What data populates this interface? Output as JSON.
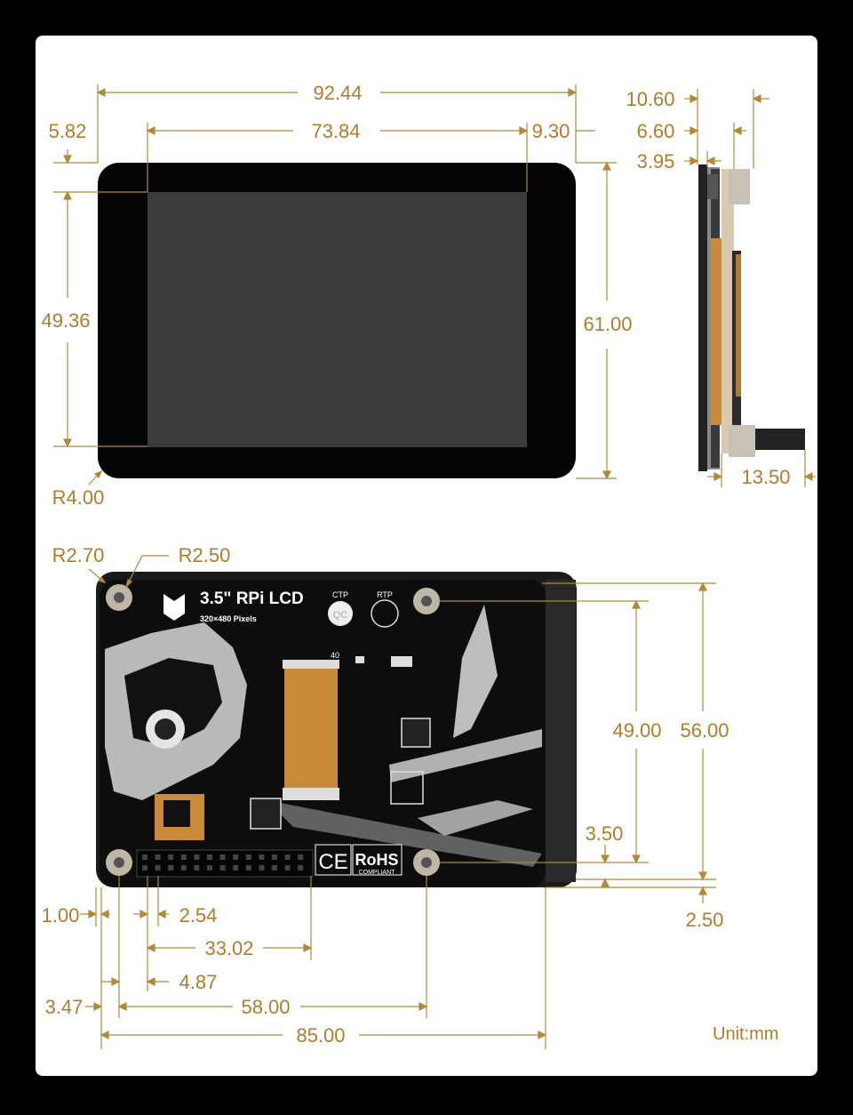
{
  "dims": {
    "width_overall": "92.44",
    "active_width": "73.84",
    "left_margin": "5.82",
    "right_margin": "9.30",
    "active_height": "49.36",
    "height_overall": "61.00",
    "corner_radius_front": "R4.00",
    "side_total": "10.60",
    "side_mid": "6.60",
    "side_top": "3.95",
    "side_connector": "13.50",
    "radius_a": "R2.70",
    "radius_b": "R2.50",
    "hole_vspacing": "49.00",
    "board_height": "56.00",
    "hole_offset_v": "3.50",
    "bottom_offset": "2.50",
    "left_offset": "1.00",
    "pin_pitch": "2.54",
    "header_len": "33.02",
    "header_offset": "4.87",
    "hole_offset_h": "3.47",
    "hole_hspacing": "58.00",
    "board_width": "85.00"
  },
  "pcb": {
    "title": "3.5\" RPi LCD",
    "subtitle": "320×480 Pixels",
    "ctp": "CTP",
    "rtp": "RTP",
    "qc": "QC",
    "ce": "CE",
    "rohs": "RoHS",
    "compliant": "COMPLIANT",
    "fpc_label": "40"
  },
  "unit": "Unit:mm",
  "colors": {
    "dimension": "#b07c2c",
    "pcb": "#111111",
    "accent": "#c98a3a"
  }
}
